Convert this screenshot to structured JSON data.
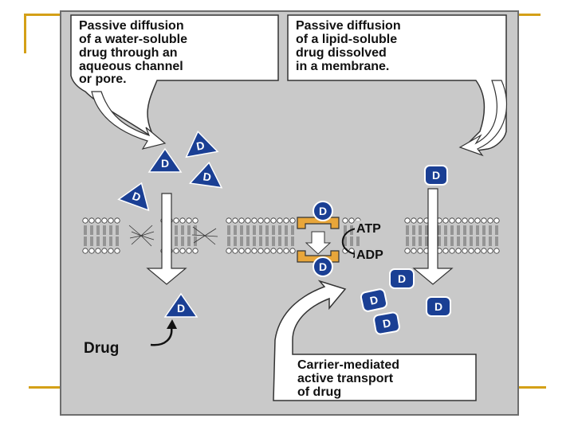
{
  "callouts": {
    "water_soluble": [
      "Passive diffusion",
      "of a water-soluble",
      "drug through an",
      "aqueous channel",
      "or pore."
    ],
    "lipid_soluble": [
      "Passive diffusion",
      "of a lipid-soluble",
      "drug dissolved",
      "in a membrane."
    ],
    "carrier": [
      "Carrier-mediated",
      "active transport",
      "of drug"
    ]
  },
  "labels": {
    "drug": "Drug",
    "drug_letter": "D",
    "atp": "ATP",
    "adp": "ADP"
  },
  "colors": {
    "drug_blue": "#1a3f94",
    "carrier_orange": "#e8a63a",
    "deco_gold": "#d4a017"
  }
}
